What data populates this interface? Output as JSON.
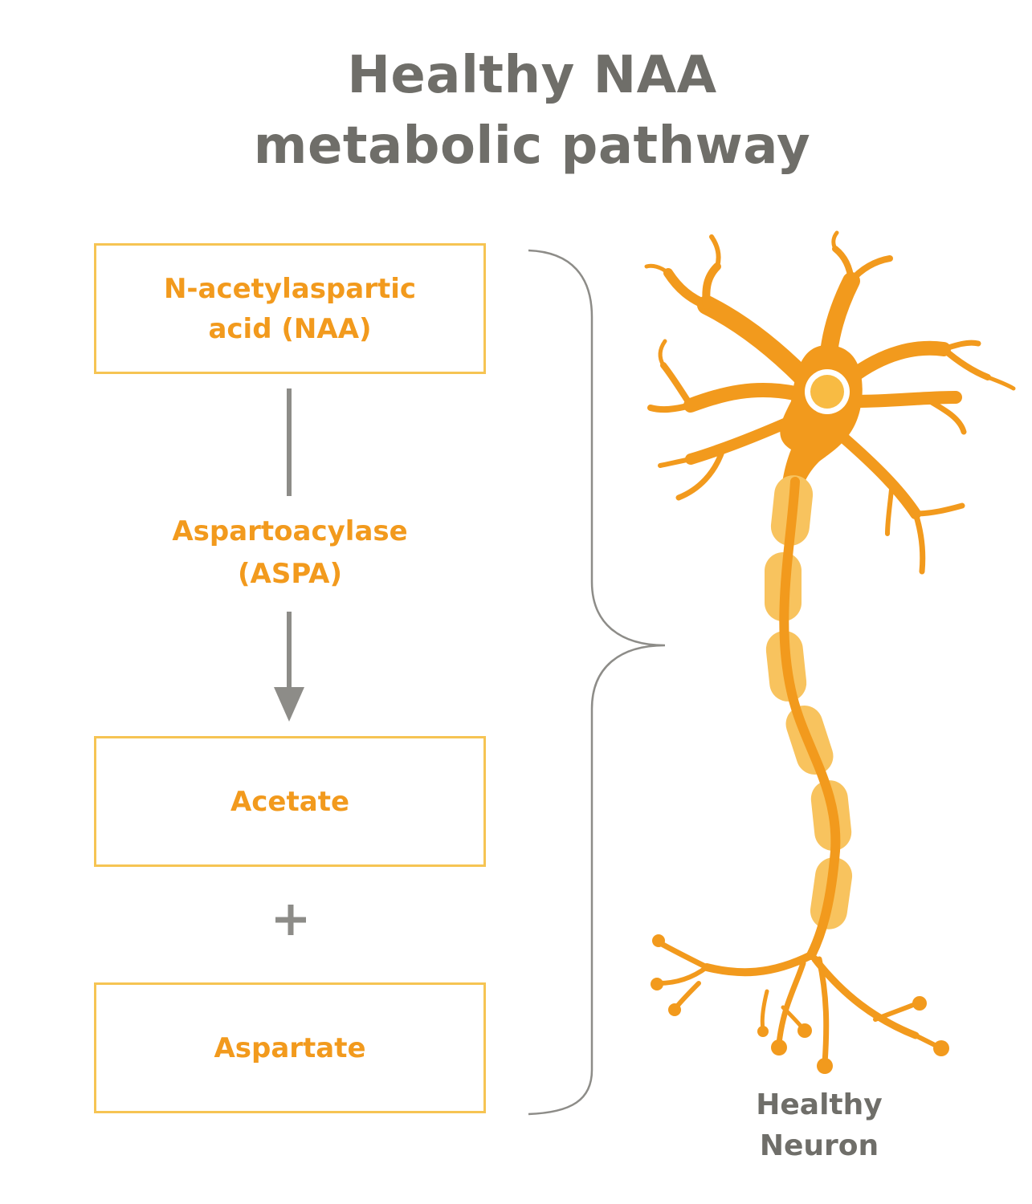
{
  "title": {
    "line1": "Healthy NAA",
    "line2": "metabolic pathway"
  },
  "pathway": {
    "substrate": {
      "line1": "N-acetylaspartic",
      "line2": "acid (NAA)"
    },
    "enzyme": {
      "line1": "Aspartoacylase",
      "line2": "(ASPA)"
    },
    "product1": "Acetate",
    "plus": "+",
    "product2": "Aspartate"
  },
  "neuron_label": {
    "line1": "Healthy",
    "line2": "Neuron"
  },
  "colors": {
    "title_gray": "#6f6e69",
    "orange": "#f29a1d",
    "box_border": "#f6c453",
    "connector_gray": "#8d8c88",
    "myelin": "#f8c35e"
  }
}
